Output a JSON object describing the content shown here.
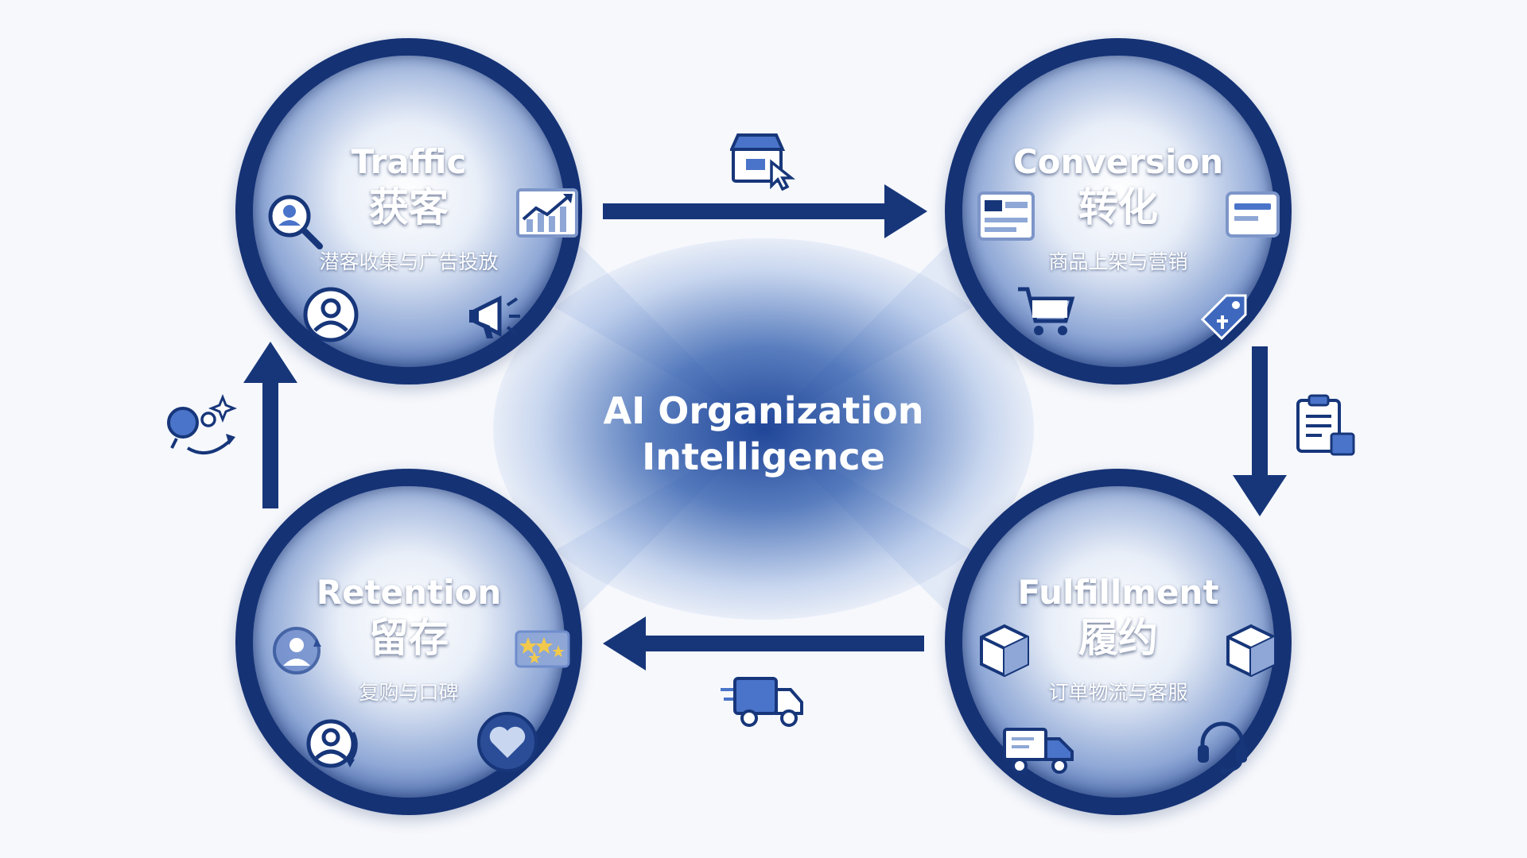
{
  "center": {
    "line1": "AI Organization",
    "line2": "Intelligence"
  },
  "nodes": {
    "traffic": {
      "title_en": "Traffic",
      "title_zh": "获客",
      "subtitle": "潜客收集与广告投放"
    },
    "conversion": {
      "title_en": "Conversion",
      "title_zh": "转化",
      "subtitle": "商品上架与营销"
    },
    "fulfillment": {
      "title_en": "Fulfillment",
      "title_zh": "履约",
      "subtitle": "订单物流与客服"
    },
    "retention": {
      "title_en": "Retention",
      "title_zh": "留存",
      "subtitle": "复购与口碑"
    }
  },
  "icons": {
    "traffic": [
      "search-user-icon",
      "growth-chart-icon",
      "user-profile-icon",
      "megaphone-icon"
    ],
    "conversion": [
      "product-listing-icon",
      "product-card-icon",
      "shopping-cart-icon",
      "price-tag-icon"
    ],
    "fulfillment": [
      "package-box-icon",
      "package-box-icon",
      "delivery-truck-icon",
      "headset-icon"
    ],
    "retention": [
      "returning-user-icon",
      "star-rating-icon",
      "repeat-customer-icon",
      "heart-icon"
    ],
    "connectors": [
      "storefront-click-icon",
      "order-clipboard-icon",
      "delivery-truck-icon",
      "customer-loop-icon"
    ]
  },
  "colors": {
    "ring": "#153275",
    "arrow": "#17367a",
    "accent": "#4a74c9",
    "background": "#f6f8fc"
  }
}
